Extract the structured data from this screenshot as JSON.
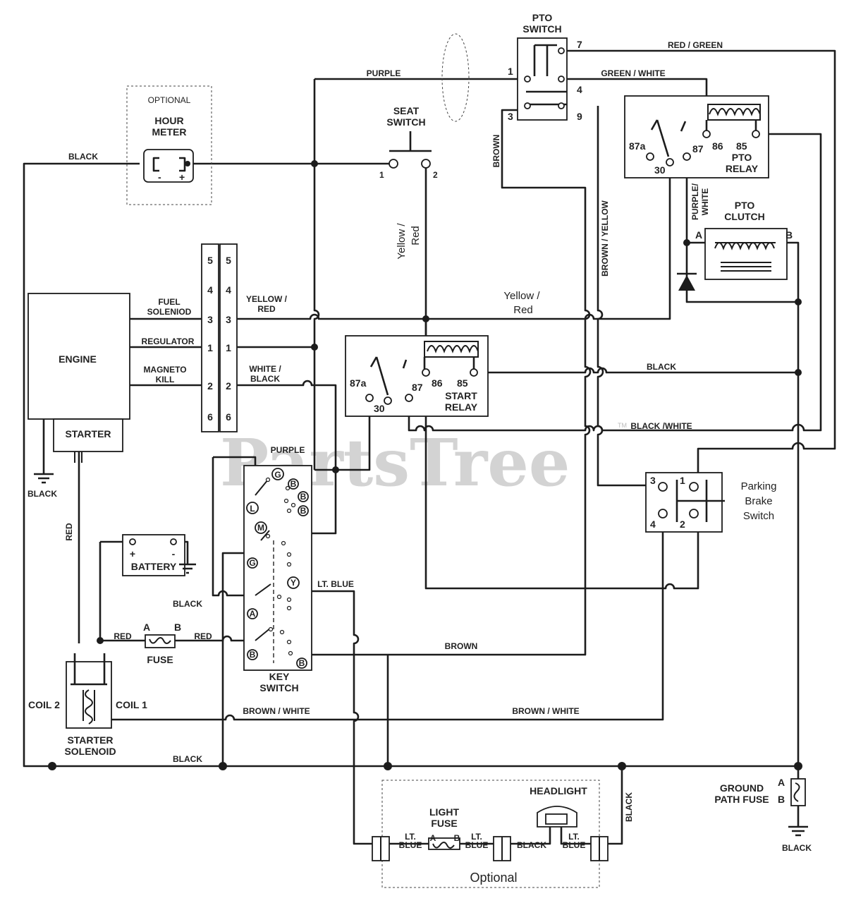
{
  "watermark": "PartsTree",
  "trademark": "TM",
  "components": {
    "pto_switch": {
      "title_line1": "PTO",
      "title_line2": "SWITCH",
      "pins": [
        "1",
        "3",
        "4",
        "7",
        "9"
      ]
    },
    "seat_switch": {
      "title_line1": "SEAT",
      "title_line2": "SWITCH",
      "pins": [
        "1",
        "2"
      ]
    },
    "hour_meter": {
      "group": "OPTIONAL",
      "title_line1": "HOUR",
      "title_line2": "METER",
      "minus": "-",
      "plus": "+"
    },
    "pto_relay": {
      "title_line1": "PTO",
      "title_line2": "RELAY",
      "pins": [
        "87a",
        "30",
        "87",
        "86",
        "85"
      ]
    },
    "pto_clutch": {
      "title_line1": "PTO",
      "title_line2": "CLUTCH",
      "pin_a": "A",
      "pin_b": "B"
    },
    "engine": {
      "title": "ENGINE",
      "starter": "STARTER",
      "fuel_line1": "FUEL",
      "fuel_line2": "SOLENIOD",
      "regulator": "REGULATOR",
      "magneto_line1": "MAGNETO",
      "magneto_line2": "KILL"
    },
    "connector": {
      "rows": [
        "5",
        "4",
        "3",
        "1",
        "2",
        "6"
      ]
    },
    "start_relay": {
      "title_line1": "START",
      "title_line2": "RELAY",
      "pins": [
        "87a",
        "30",
        "87",
        "86",
        "85"
      ]
    },
    "parking_brake": {
      "title_line1": "Parking",
      "title_line2": "Brake",
      "title_line3": "Switch",
      "pins": [
        "3",
        "1",
        "4",
        "2"
      ]
    },
    "key_switch": {
      "title_line1": "KEY",
      "title_line2": "SWITCH",
      "letters": [
        "G",
        "B",
        "B",
        "L",
        "B",
        "M",
        "G",
        "Y",
        "A",
        "B",
        "B"
      ]
    },
    "battery": {
      "title": "BATTERY",
      "plus": "+",
      "minus": "-"
    },
    "fuse": {
      "title": "FUSE",
      "a": "A",
      "b": "B"
    },
    "starter_solenoid": {
      "title_line1": "STARTER",
      "title_line2": "SOLENOID",
      "coil2": "COIL 2",
      "coil1": "COIL 1"
    },
    "ground_fuse": {
      "title_line1": "GROUND",
      "title_line2": "PATH FUSE",
      "a": "A",
      "b": "B"
    },
    "light_fuse": {
      "title_line1": "LIGHT",
      "title_line2": "FUSE",
      "a": "A",
      "b": "B"
    },
    "headlight": {
      "title": "HEADLIGHT"
    },
    "optional_box": {
      "caption": "Optional"
    }
  },
  "wires": {
    "purple_top": "PURPLE",
    "red_green": "RED / GREEN",
    "green_white": "GREEN / WHITE",
    "black_top": "BLACK",
    "brown": "BROWN",
    "brown_yellow": "BROWN / YELLOW",
    "yellow_red_v_line1": "Yellow /",
    "yellow_red_v_line2": "Red",
    "purple_white_line1": "PURPLE/",
    "purple_white_line2": "WHITE",
    "yellow_red_conn_line1": "YELLOW /",
    "yellow_red_conn_line2": "RED",
    "yellow_red_mid_line1": "Yellow /",
    "yellow_red_mid_line2": "Red",
    "white_black_line1": "WHITE /",
    "white_black_line2": "BLACK",
    "black_mid": "BLACK",
    "black_white": "BLACK /WHITE",
    "purple_mid": "PURPLE",
    "black_ground": "BLACK",
    "red_vertical": "RED",
    "black_battery": "BLACK",
    "lt_blue": "LT. BLUE",
    "red_left": "RED",
    "red_right": "RED",
    "brown_key": "BROWN",
    "brown_white_left": "BROWN / WHITE",
    "brown_white_right": "BROWN / WHITE",
    "black_bottom": "BLACK",
    "black_vertical": "BLACK",
    "black_ground_fuse": "BLACK",
    "lt_blue_1_line1": "LT.",
    "lt_blue_1_line2": "BLUE",
    "lt_blue_2_line1": "LT.",
    "lt_blue_2_line2": "BLUE",
    "lt_blue_3_line1": "LT.",
    "lt_blue_3_line2": "BLUE",
    "black_light": "BLACK"
  }
}
